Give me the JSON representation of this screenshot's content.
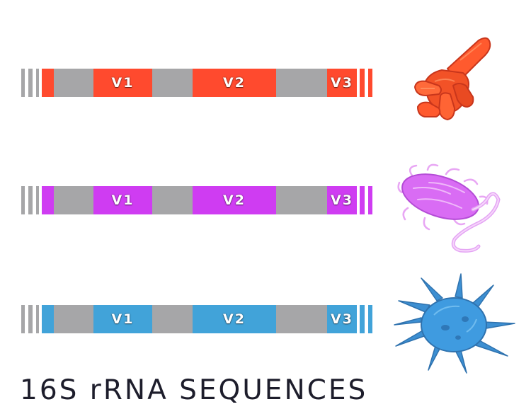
{
  "title": "16S rRNA SEQUENCES",
  "colors": {
    "gray": "#a6a6a8",
    "red": "#ff4a2e",
    "magenta": "#cf3cf2",
    "blue": "#41a3d9"
  },
  "sequences": [
    {
      "color": "#ff4a2e",
      "organism_icon": "orange-rod-bacterium-icon",
      "regions": [
        {
          "label": "V1"
        },
        {
          "label": "V2"
        },
        {
          "label": "V3"
        }
      ]
    },
    {
      "color": "#cf3cf2",
      "organism_icon": "purple-flagellated-bacterium-icon",
      "regions": [
        {
          "label": "V1"
        },
        {
          "label": "V2"
        },
        {
          "label": "V3"
        }
      ]
    },
    {
      "color": "#41a3d9",
      "organism_icon": "blue-spiky-microbe-icon",
      "regions": [
        {
          "label": "V1"
        },
        {
          "label": "V2"
        },
        {
          "label": "V3"
        }
      ]
    }
  ]
}
